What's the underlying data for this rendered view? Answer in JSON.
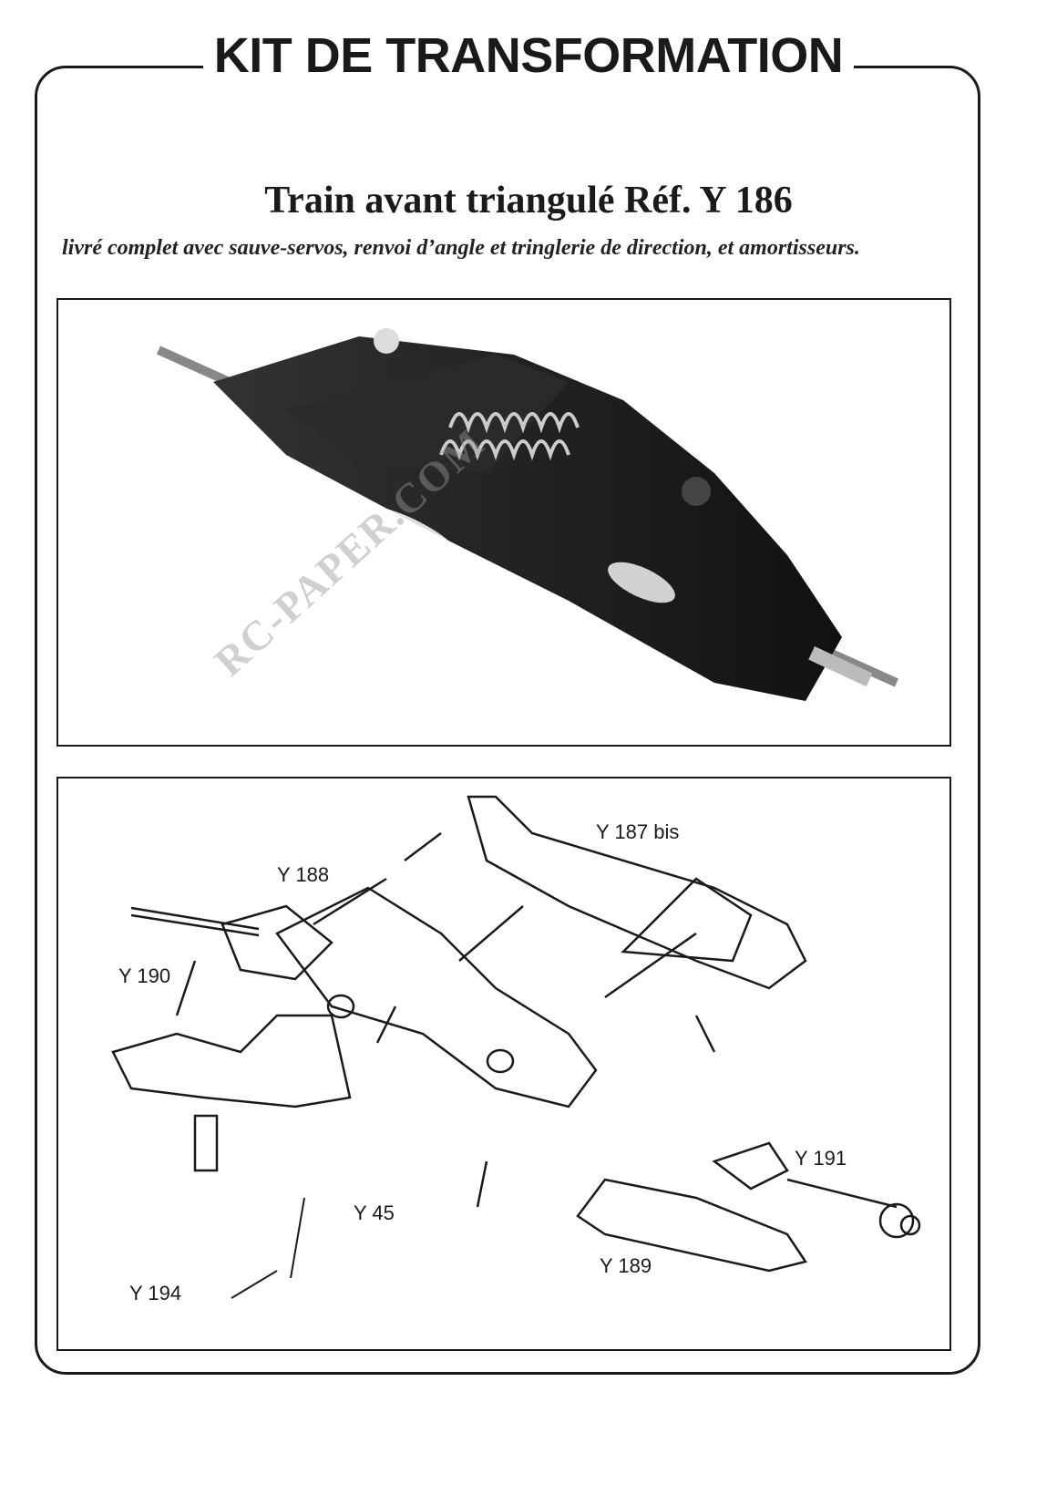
{
  "header": {
    "title": "KIT DE TRANSFORMATION"
  },
  "product": {
    "title": "Train avant triangulé Réf. Y 186",
    "description": "livré complet avec sauve-servos, renvoi d’angle et tringlerie de direction, et amortisseurs."
  },
  "watermark": "RC-PAPER.COM",
  "diagram": {
    "labels": {
      "y187bis": "Y 187 bis",
      "y188": "Y 188",
      "y190": "Y 190",
      "y191": "Y 191",
      "y45": "Y 45",
      "y189": "Y 189",
      "y194": "Y 194"
    }
  }
}
